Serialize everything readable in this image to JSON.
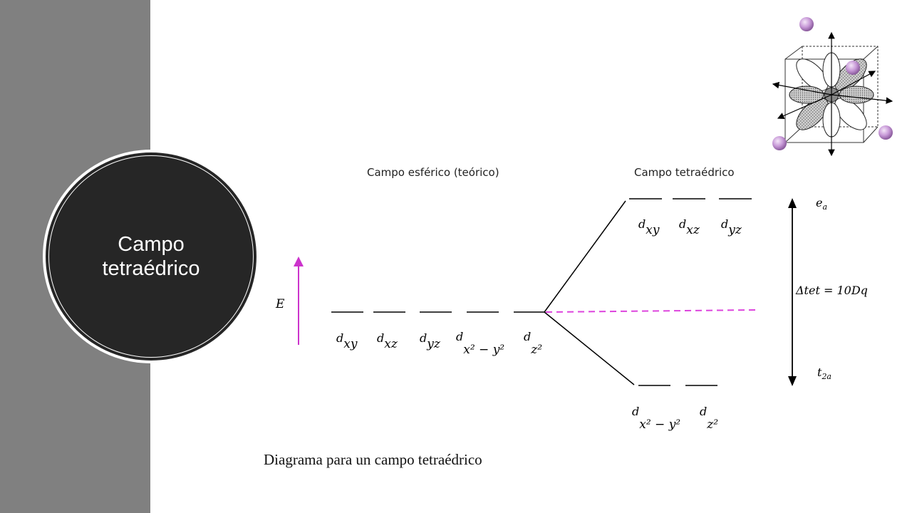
{
  "slide": {
    "title": "Campo tetraédrico"
  },
  "diagram": {
    "header_spherical": "Campo esférico (teórico)",
    "header_tetrahedral": "Campo tetraédrico",
    "energy_axis_label": "E",
    "delta_label": "Δtet = 10Dq",
    "upper_set_label": {
      "base": "e",
      "sub": "a"
    },
    "lower_set_label": {
      "base": "t",
      "sub": "2a"
    },
    "spherical_orbitals": [
      {
        "d": "d",
        "sub": "xy"
      },
      {
        "d": "d",
        "sub": "xz"
      },
      {
        "d": "d",
        "sub": "yz"
      },
      {
        "d": "d",
        "sub": "x² − y²"
      },
      {
        "d": "d",
        "sub": "z²"
      }
    ],
    "upper_orbitals": [
      {
        "d": "d",
        "sub": "xy"
      },
      {
        "d": "d",
        "sub": "xz"
      },
      {
        "d": "d",
        "sub": "yz"
      }
    ],
    "lower_orbitals": [
      {
        "d": "d",
        "sub": "x² − y²"
      },
      {
        "d": "d",
        "sub": "z²"
      }
    ],
    "caption": "Diagrama para un campo tetraédrico",
    "colors": {
      "energy_arrow": "#cc33cc",
      "barycenter_line": "#dd44dd",
      "ligand_sphere": "#c89ad8"
    }
  }
}
